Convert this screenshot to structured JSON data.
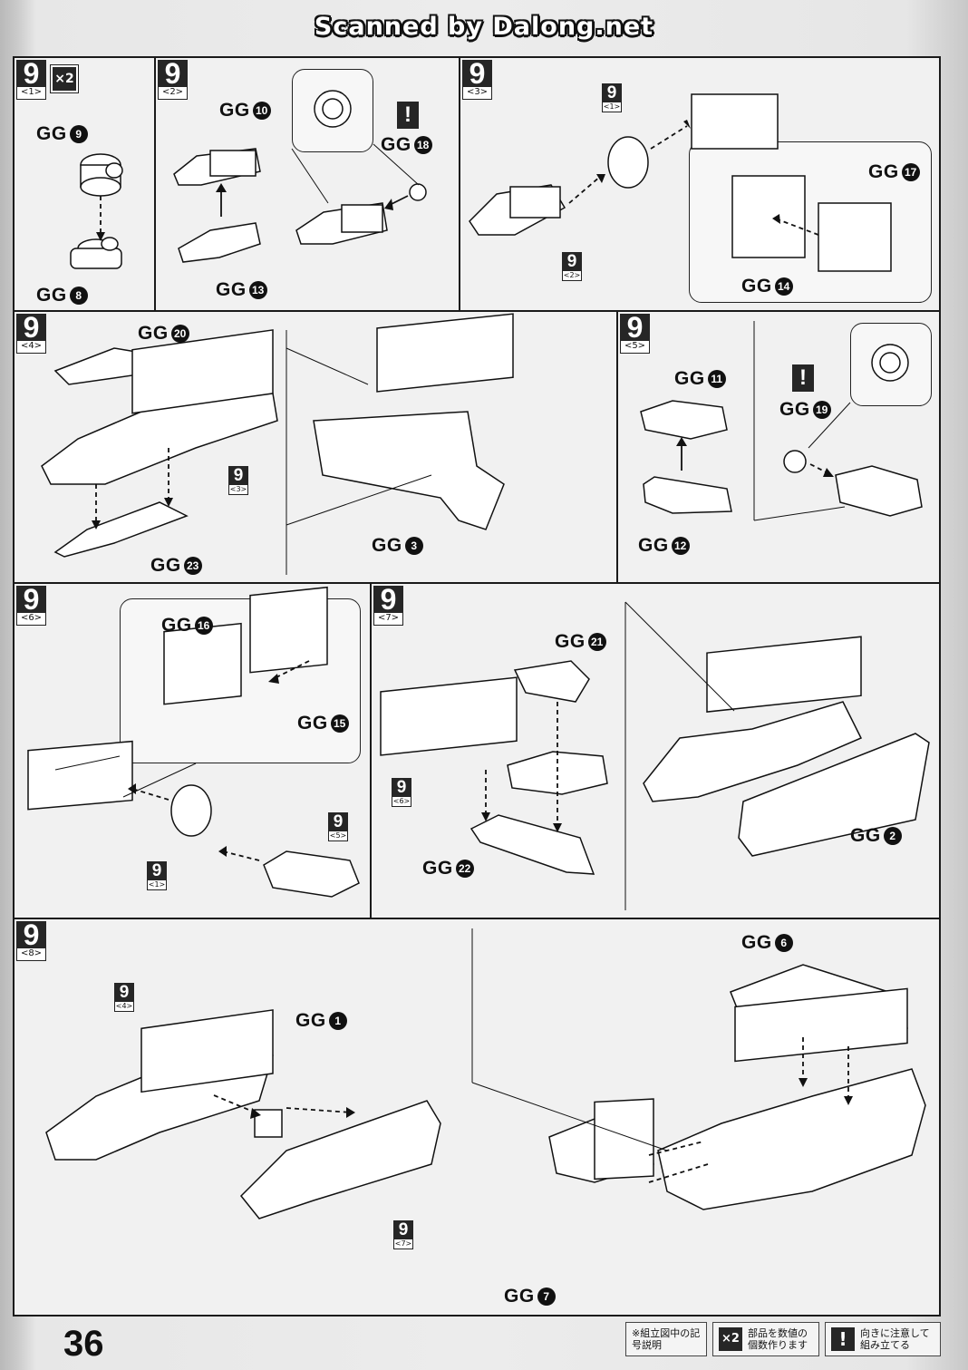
{
  "header": {
    "watermark": "Scanned by Dalong.net"
  },
  "page_number": "36",
  "steps": [
    {
      "id": "s1",
      "num": "9",
      "sub": "<1>",
      "badge": "×2",
      "labels": [
        {
          "gg": "GG",
          "n": "9"
        },
        {
          "gg": "GG",
          "n": "8"
        }
      ]
    },
    {
      "id": "s2",
      "num": "9",
      "sub": "<2>",
      "labels": [
        {
          "gg": "GG",
          "n": "10"
        },
        {
          "gg": "GG",
          "n": "13"
        },
        {
          "gg": "GG",
          "n": "18"
        }
      ]
    },
    {
      "id": "s3",
      "num": "9",
      "sub": "<3>",
      "refs": [
        {
          "n": "9",
          "s": "<1>"
        },
        {
          "n": "9",
          "s": "<2>"
        }
      ],
      "labels": [
        {
          "gg": "GG",
          "n": "17"
        },
        {
          "gg": "GG",
          "n": "14"
        }
      ]
    },
    {
      "id": "s4",
      "num": "9",
      "sub": "<4>",
      "refs": [
        {
          "n": "9",
          "s": "<3>"
        }
      ],
      "labels": [
        {
          "gg": "GG",
          "n": "20"
        },
        {
          "gg": "GG",
          "n": "23"
        },
        {
          "gg": "GG",
          "n": "3"
        }
      ]
    },
    {
      "id": "s5",
      "num": "9",
      "sub": "<5>",
      "labels": [
        {
          "gg": "GG",
          "n": "11"
        },
        {
          "gg": "GG",
          "n": "19"
        },
        {
          "gg": "GG",
          "n": "12"
        }
      ]
    },
    {
      "id": "s6",
      "num": "9",
      "sub": "<6>",
      "refs": [
        {
          "n": "9",
          "s": "<5>"
        },
        {
          "n": "9",
          "s": "<1>"
        }
      ],
      "labels": [
        {
          "gg": "GG",
          "n": "16"
        },
        {
          "gg": "GG",
          "n": "15"
        }
      ]
    },
    {
      "id": "s7",
      "num": "9",
      "sub": "<7>",
      "refs": [
        {
          "n": "9",
          "s": "<6>"
        }
      ],
      "labels": [
        {
          "gg": "GG",
          "n": "21"
        },
        {
          "gg": "GG",
          "n": "22"
        },
        {
          "gg": "GG",
          "n": "2"
        }
      ]
    },
    {
      "id": "s8",
      "num": "9",
      "sub": "<8>",
      "refs": [
        {
          "n": "9",
          "s": "<4>"
        },
        {
          "n": "9",
          "s": "<7>"
        }
      ],
      "labels": [
        {
          "gg": "GG",
          "n": "1"
        },
        {
          "gg": "GG",
          "n": "6"
        },
        {
          "gg": "GG",
          "n": "7"
        }
      ]
    }
  ],
  "legend": {
    "note": "※組立図中の記号説明",
    "x2_box": "×2",
    "x2_text": "部品を数値の個数作ります",
    "excl_box": "!",
    "excl_text": "向きに注意して組み立てる"
  }
}
